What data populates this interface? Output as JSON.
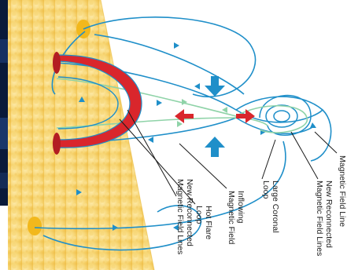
{
  "labels": {
    "field_line_line1": "Magnetic Field Line",
    "new_reconnected_right_line1": "New Reconnected",
    "new_reconnected_right_line2": "Magnetic Field Lines",
    "large_coronal_line1": "Large Coronal",
    "large_coronal_line2": "Loop",
    "inflowing_line1": "Inflowing",
    "inflowing_line2": "Magnetic Field",
    "hot_flare_line1": "Hot Flare",
    "hot_flare_line2": "Loop",
    "new_reconnected_left_line1": "New Reconnected",
    "new_reconnected_left_line2": "Magnetic Field Lines"
  },
  "colors": {
    "sun_surface": "#f5c842",
    "field_line": "#1f8fc9",
    "reconnected_line": "#8fd3a8",
    "flare_loop": "#d9262c",
    "inflow_arrow": "#1f8fc9",
    "outflow_arrow": "#d9262c",
    "footpoint": "#f2b81c",
    "space_background": "#0a1a3a"
  }
}
